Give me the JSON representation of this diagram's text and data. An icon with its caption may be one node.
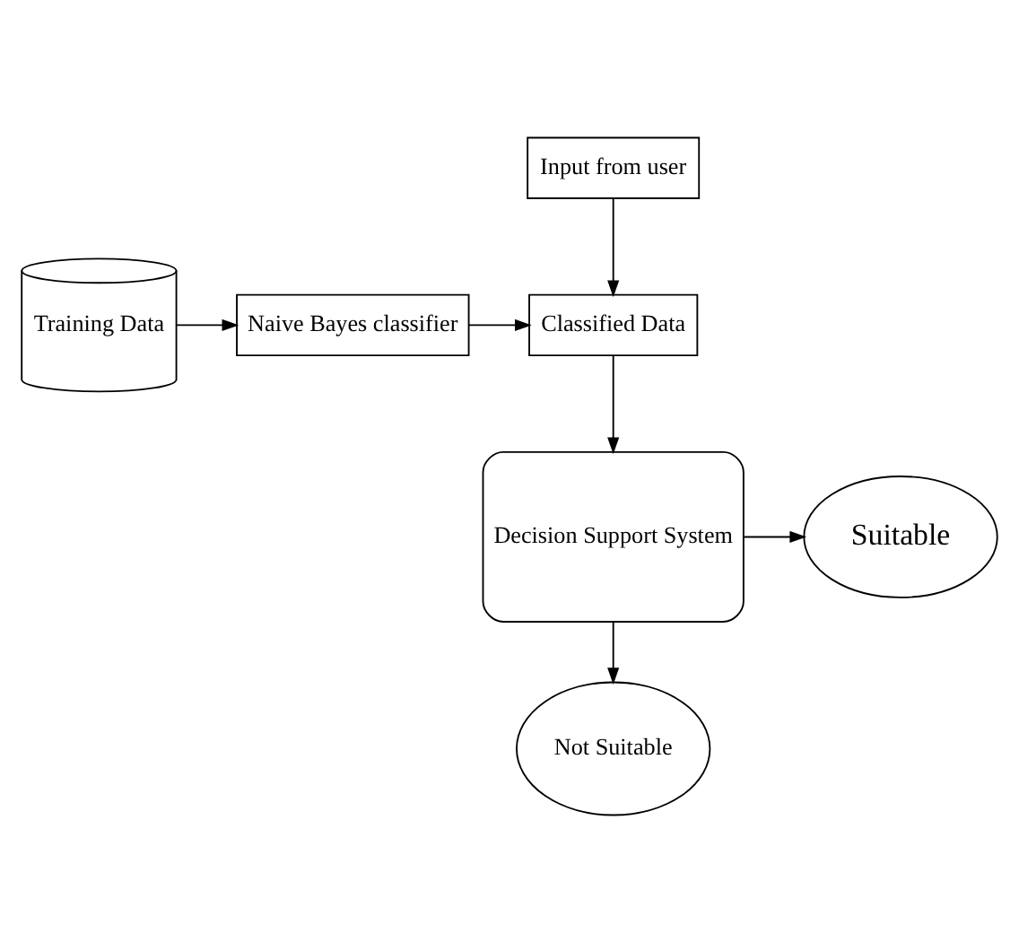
{
  "diagram": {
    "nodes": [
      {
        "text": [
          "Training Data"
        ]
      },
      {
        "text": [
          "Naive Bayes classifier"
        ]
      },
      {
        "text": [
          "Input from user"
        ]
      },
      {
        "text": [
          "Classified Data"
        ]
      },
      {
        "text": [
          "Decision Support System"
        ]
      },
      {
        "text": [
          "Suitable"
        ]
      },
      {
        "text": [
          "Not Suitable"
        ]
      }
    ],
    "edges": [
      {
        "from": 0,
        "to": 1,
        "arrow": "to"
      },
      {
        "from": 1,
        "to": 3,
        "arrow": "to"
      },
      {
        "from": 2,
        "to": 3,
        "arrow": "to"
      },
      {
        "from": 3,
        "to": 4,
        "arrow": "to"
      },
      {
        "from": 4,
        "to": 5,
        "arrow": "to"
      },
      {
        "from": 4,
        "to": 6,
        "arrow": "to"
      }
    ]
  }
}
